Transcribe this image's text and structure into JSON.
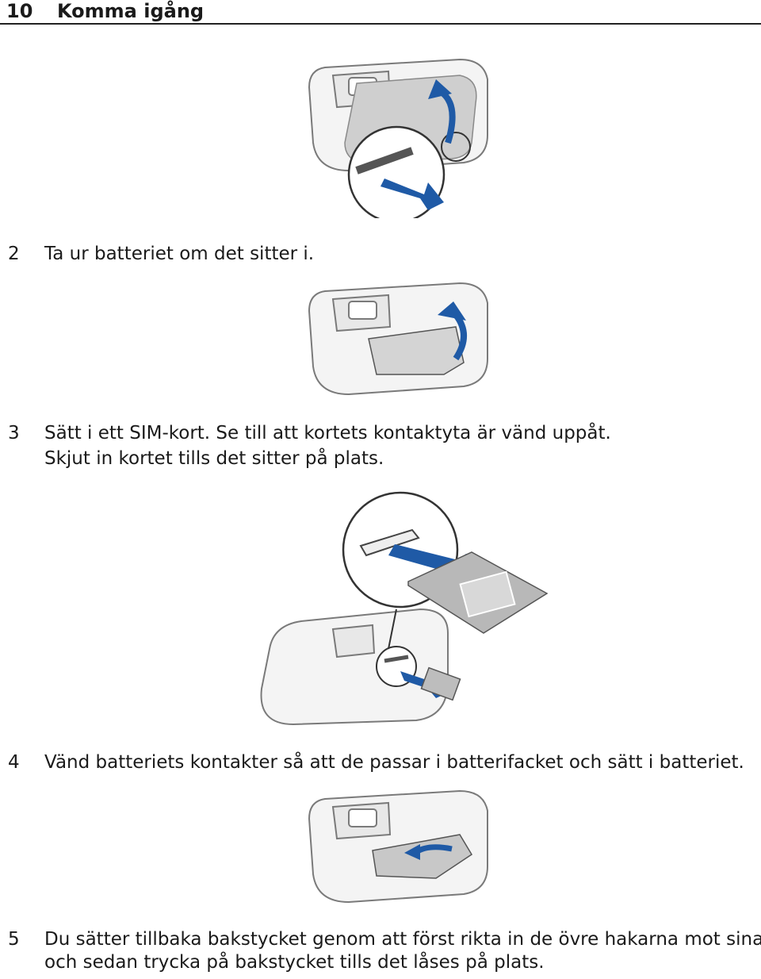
{
  "header": {
    "page_number": "10",
    "chapter_title": "Komma igång"
  },
  "steps": [
    {
      "number": "2",
      "lines": [
        "Ta ur batteriet om det sitter i."
      ]
    },
    {
      "number": "3",
      "lines": [
        "Sätt i ett SIM-kort. Se till att kortets kontaktyta är vänd uppåt.",
        "Skjut in kortet tills det sitter på plats."
      ]
    },
    {
      "number": "4",
      "lines": [
        "Vänd batteriets kontakter så att de passar i batterifacket och sätt i batteriet."
      ]
    },
    {
      "number": "5",
      "lines": [
        "Du sätter tillbaka bakstycket genom att först rikta in de övre hakarna mot sina hål",
        "och sedan trycka på bakstycket tills det låses på plats."
      ]
    }
  ],
  "colors": {
    "arrow_blue": "#1f5aa6",
    "line_gray": "#7a7a7a",
    "fill_gray": "#c8c8c8"
  },
  "figures": [
    "remove-back-cover-illustration",
    "remove-battery-illustration",
    "insert-sim-illustration",
    "insert-battery-illustration"
  ]
}
